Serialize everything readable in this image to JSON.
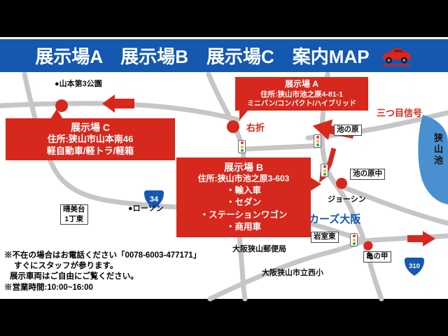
{
  "header": {
    "title": "展示場A　展示場B　展示場C　案内MAP"
  },
  "callouts": {
    "a": {
      "title": "展示場 A",
      "address": "住所:狭山市池之原4-81-1",
      "vehicles": "ミニバン/コンパクト/ハイブリッド"
    },
    "b": {
      "title": "展示場 B",
      "address": "住所:狭山市池之原3-603",
      "items": [
        "・輸入車",
        "・セダン",
        "・ステーションワゴン",
        "・商用車"
      ]
    },
    "c": {
      "title": "展示場 C",
      "address": "住所:狭山市山本南46",
      "vehicles": "軽自動車/軽トラ/軽箱"
    }
  },
  "map_labels": {
    "park": "●山本第3公園",
    "right_turn": "右折",
    "third_signal": "三つ目信号",
    "ikenohara": "池の原",
    "ikenohara_naka": "池の原中",
    "sayama_lake": "狭山池",
    "joshin": "ジョーシン",
    "harumidai_line1": "晴美台",
    "harumidai_line2": "1丁東",
    "lawson": "●ローソン",
    "cars_osaka": "カーズ大阪",
    "post_office": "大阪狭山郵便局",
    "iwamuro_higashi": "岩室東",
    "kame_no_ko": "亀の甲",
    "elementary_school": "大阪狭山市立西小",
    "route_34": "34",
    "route_310": "310"
  },
  "notes": {
    "line1": "※不在の場合はお電話ください「0078-6003-477171」",
    "line2": "すぐにスタッフが参ります。",
    "line3": "展示車両はご自由にご覧ください。",
    "line4": "※営業時間:10:00~16:00"
  },
  "colors": {
    "banner_blue": "#1558b0",
    "callout_red": "#d7281d",
    "lake_blue": "#4a90d0"
  }
}
